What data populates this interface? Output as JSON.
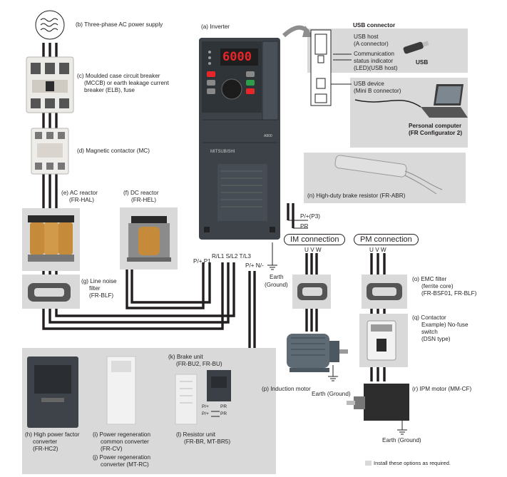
{
  "legend": "Install these options as required.",
  "inverter": {
    "label": "(a) Inverter",
    "display": "6000",
    "model": "A800",
    "brand": "MITSUBISHI"
  },
  "power_supply": {
    "label": "(b) Three-phase AC power supply"
  },
  "mccb": {
    "line1": "(c) Moulded case circuit breaker",
    "line2": "(MCCB) or earth leakage current",
    "line3": "breaker (ELB), fuse"
  },
  "mc": {
    "label": "(d) Magnetic contactor (MC)"
  },
  "ac_reactor": {
    "line1": "(e) AC reactor",
    "line2": "(FR-HAL)"
  },
  "dc_reactor": {
    "line1": "(f) DC reactor",
    "line2": "(FR-HEL)"
  },
  "line_noise_filter": {
    "line1": "(g) Line noise",
    "line2": "filter",
    "line3": "(FR-BLF)"
  },
  "usb": {
    "title": "USB connector",
    "host_line1": "USB host",
    "host_line2": "(A connector)",
    "indicator_line1": "Communication",
    "indicator_line2": "status indicator",
    "indicator_line3": "(LED)(USB host)",
    "usb_label": "USB",
    "device_line1": "USB device",
    "device_line2": "(Mini B connector)",
    "pc_line1": "Personal computer",
    "pc_line2": "(FR Configurator 2)"
  },
  "brake_resistor": {
    "label": "(n) High-duty brake resistor (FR-ABR)"
  },
  "terminals": {
    "p3": "P/+(P3)",
    "pr": "PR",
    "p_p1": "P/+ P1",
    "rst": "R/L1 S/L2 T/L3",
    "pn": "P/+ N/-",
    "earth1": "Earth",
    "earth2": "(Ground)",
    "uvw_im": "U V W",
    "uvw_pm": "U V W",
    "pp": "P/+",
    "pr2": "PR",
    "pp2": "P/+",
    "pr3": "PR"
  },
  "im_connection": "IM connection",
  "pm_connection": "PM connection",
  "emc_filter": {
    "line1": "(o) EMC filter",
    "line2": "(ferrite core)",
    "line3": "(FR-BSF01, FR-BLF)"
  },
  "contactor": {
    "line1": "(q) Contactor",
    "line2": "Example) No-fuse",
    "line3": "switch",
    "line4": "(DSN type)"
  },
  "induction_motor": {
    "label": "(p) Induction motor",
    "earth": "Earth (Ground)"
  },
  "ipm_motor": {
    "label": "(r) IPM motor (MM-CF)",
    "earth": "Earth (Ground)"
  },
  "hp_converter": {
    "line1": "(h) High power factor",
    "line2": "converter",
    "line3": "(FR-HC2)"
  },
  "pr_common": {
    "line1": "(i)  Power regeneration",
    "line2": "common converter",
    "line3": "(FR-CV)"
  },
  "pr_converter": {
    "line1": "(j)  Power regeneration",
    "line2": "converter (MT-RC)"
  },
  "brake_unit": {
    "line1": "(k) Brake unit",
    "line2": "(FR-BU2, FR-BU)"
  },
  "resistor_unit": {
    "line1": "(l)  Resistor unit",
    "line2": "(FR-BR, MT-BR5)"
  },
  "colors": {
    "panel": "#d9d9d9",
    "inverter": "#3c4248",
    "display": "#e8262a",
    "wire": "#231f20"
  }
}
